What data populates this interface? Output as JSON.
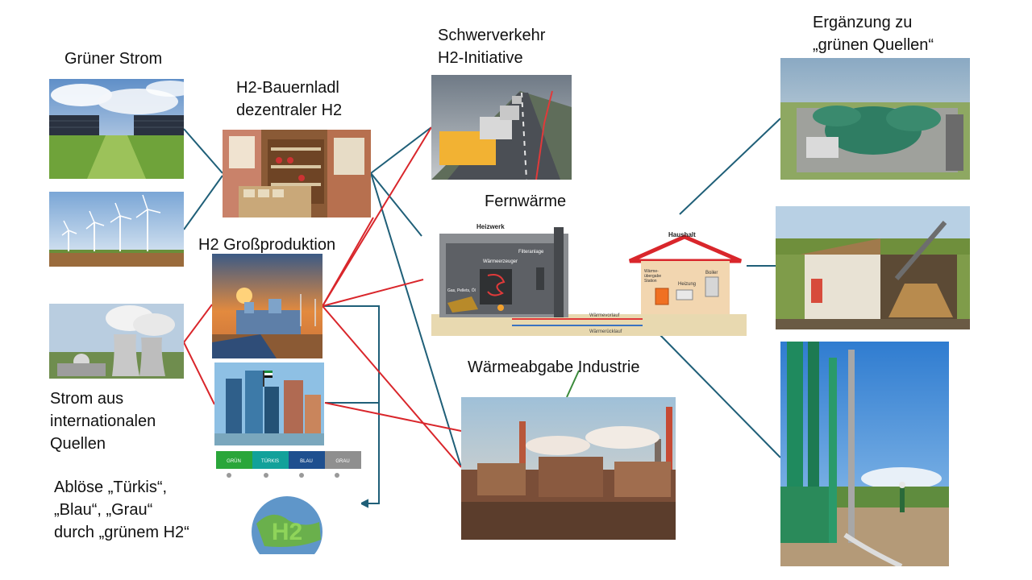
{
  "labels": {
    "gruener_strom": "Grüner Strom",
    "bauernladl_1": "H2-Bauernladl",
    "bauernladl_2": "dezentraler H2",
    "schwerverkehr_1": "Schwerverkehr",
    "schwerverkehr_2": "H2-Initiative",
    "ergaenzung_1": "Ergänzung zu",
    "ergaenzung_2": "„grünen Quellen“",
    "fernwaerme": "Fernwärme",
    "grossproduktion": "H2 Großproduktion",
    "strom_int_1": "Strom aus",
    "strom_int_2": "internationalen",
    "strom_int_3": "Quellen",
    "waermeabgabe": "Wärmeabgabe Industrie",
    "abloese_1": "Ablöse „Türkis“,",
    "abloese_2": "„Blau“, „Grau“",
    "abloese_3": "durch „grünem H2“"
  },
  "fernwaerme_diagram": {
    "heizwerk": "Heizwerk",
    "filteranlage": "Filteranlage",
    "waermeerzeuger": "Wärmeerzeuger",
    "brennstoff": "Gas, Pellets, Öl",
    "haushalt": "Haushalt",
    "station_1": "Wärme-",
    "station_2": "übergabe",
    "station_3": "Station",
    "heizung": "Heizung",
    "boiler": "Boiler",
    "vorlauf": "Wärmevorlauf",
    "ruecklauf": "Wärmerücklauf"
  },
  "h2_colors": {
    "gruen": "GRÜN",
    "tuerkis": "TÜRKIS",
    "blau": "BLAU",
    "grau": "GRAU",
    "h2": "H2"
  },
  "colors": {
    "teal_line": "#1f5f78",
    "red_line": "#d9262b",
    "green_line": "#3a8a3a"
  }
}
